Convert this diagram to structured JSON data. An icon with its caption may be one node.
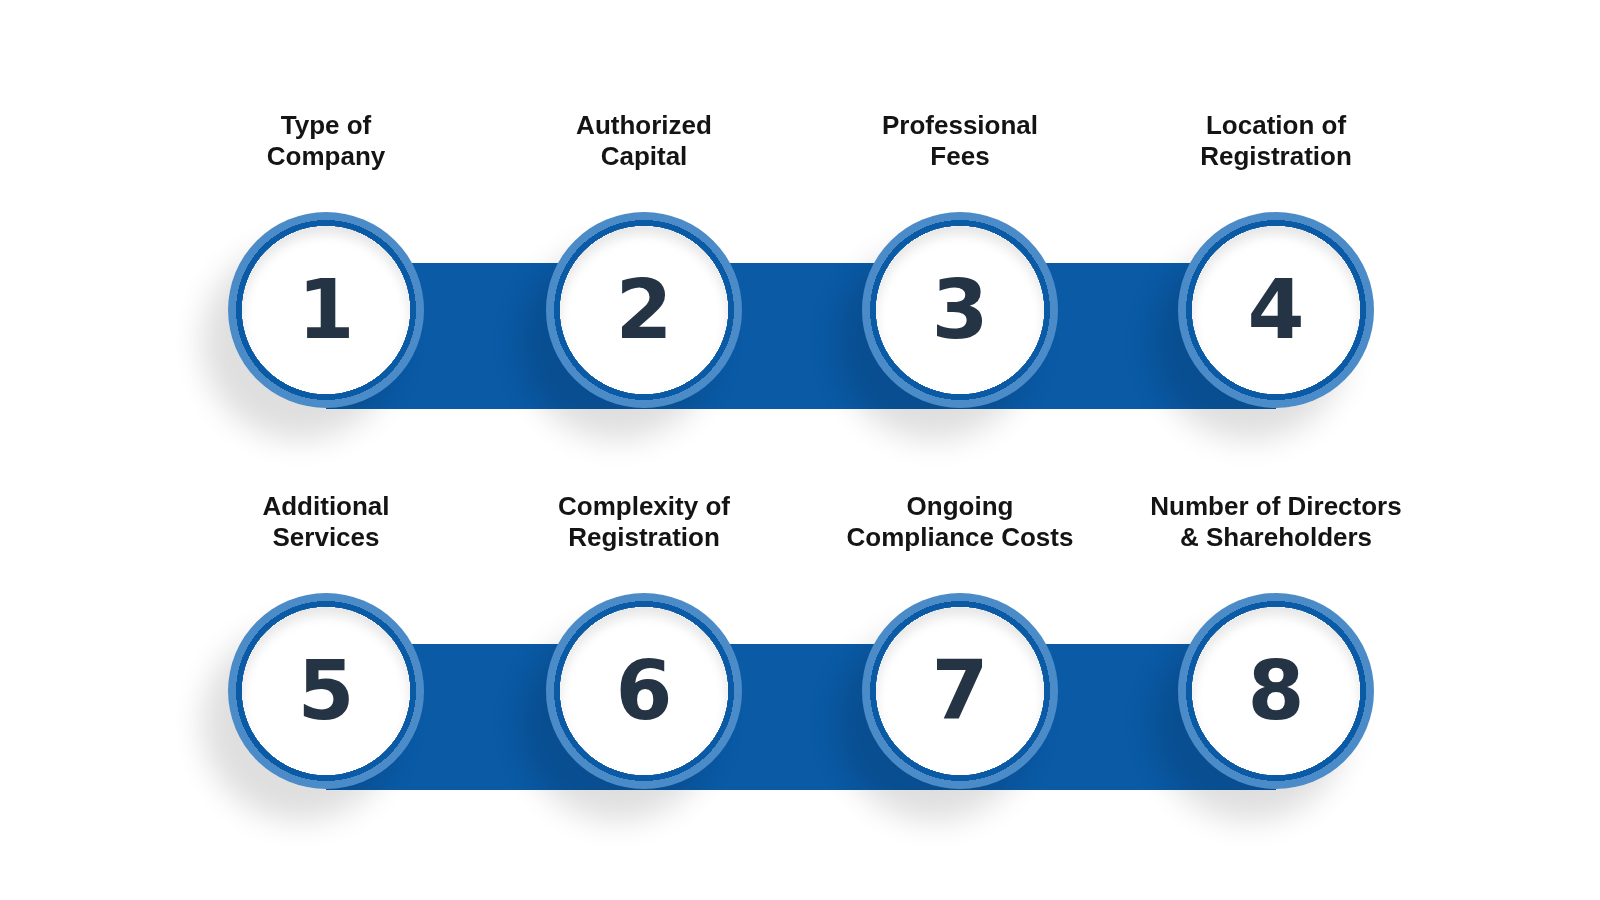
{
  "diagram": {
    "nodes": [
      {
        "text": [
          "Type of Company",
          "1"
        ]
      },
      {
        "text": [
          "Authorized Capital",
          "2"
        ]
      },
      {
        "text": [
          "Professional Fees",
          "3"
        ]
      },
      {
        "text": [
          "Location of Registration",
          "4"
        ]
      },
      {
        "text": [
          "Additional Services",
          "5"
        ]
      },
      {
        "text": [
          "Complexity of Registration",
          "6"
        ]
      },
      {
        "text": [
          "Ongoing Compliance Costs",
          "7"
        ]
      },
      {
        "text": [
          "Number of Directors & Shareholders",
          "8"
        ]
      }
    ]
  }
}
